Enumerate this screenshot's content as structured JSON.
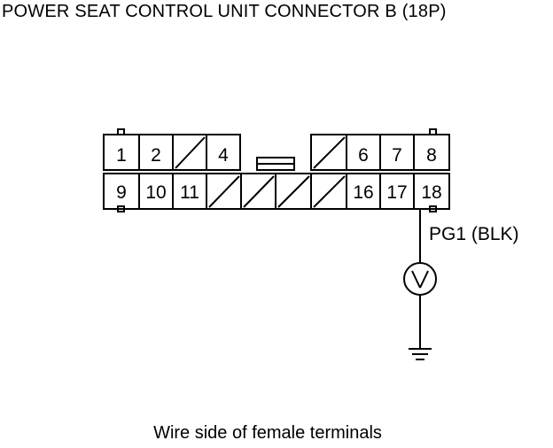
{
  "title": "POWER SEAT CONTROL UNIT CONNECTOR B (18P)",
  "caption": "Wire side of female terminals",
  "connector": {
    "top_row": [
      "1",
      "2",
      "",
      "4",
      "",
      "",
      "6",
      "7",
      "8"
    ],
    "bottom_row": [
      "9",
      "10",
      "11",
      "",
      "",
      "",
      "",
      "16",
      "17",
      "18"
    ]
  },
  "wire_label": "PG1 (BLK)",
  "meter_symbol": "V",
  "icons": [
    "voltmeter-icon",
    "ground-icon"
  ]
}
